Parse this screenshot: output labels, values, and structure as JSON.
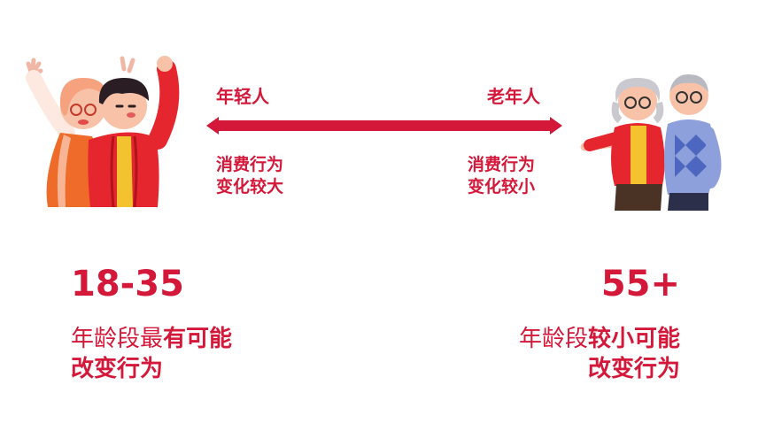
{
  "arrow": {
    "left_label": "年轻人",
    "right_label": "老年人",
    "color": "#d4183a"
  },
  "young": {
    "note_line1": "消费行为",
    "note_line2": "变化较大",
    "age": "18-35",
    "desc_normal": "年龄段最",
    "desc_bold": "有可能",
    "desc_line2": "改变行为"
  },
  "old": {
    "note_line1": "消费行为",
    "note_line2": "变化较小",
    "age": "55+",
    "desc_normal": "年龄段",
    "desc_bold": "较小可能",
    "desc_line2": "改变行为"
  },
  "icons": {
    "young": "young-couple-illustration",
    "old": "elderly-couple-illustration"
  }
}
